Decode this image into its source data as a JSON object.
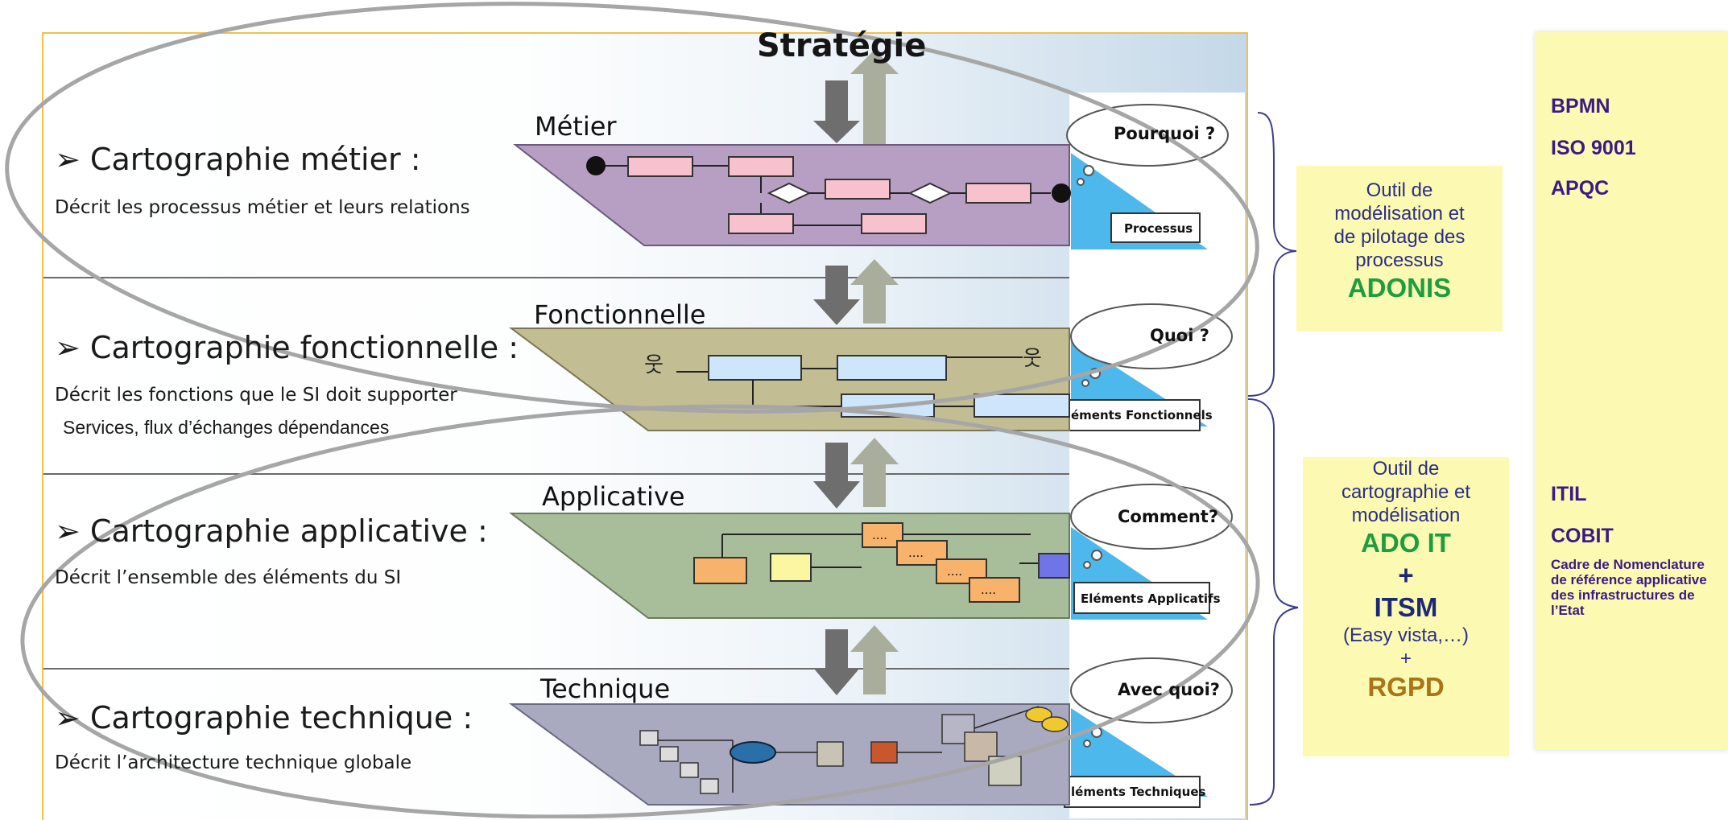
{
  "diagram": {
    "strategy": "Stratégie",
    "rows": [
      {
        "label": "Cartographie métier :",
        "description": "Décrit les processus métier et leurs relations",
        "layer_title": "Métier",
        "question": "Pourquoi ?",
        "elements_box": "Processus",
        "plane_color": "#b79fc4"
      },
      {
        "label": "Cartographie fonctionnelle :",
        "description": "Décrit les fonctions que le SI doit supporter",
        "extra_description": "Services, flux d’échanges dépendances",
        "layer_title": "Fonctionnelle",
        "question": "Quoi ?",
        "elements_box": "éments Fonctionnels",
        "plane_color": "#c2bd93"
      },
      {
        "label": "Cartographie applicative :",
        "description": "Décrit l’ensemble des éléments du SI",
        "layer_title": "Applicative",
        "question": "Comment?",
        "elements_box": "Eléments Applicatifs",
        "plane_color": "#a8bd9a"
      },
      {
        "label": "Cartographie technique :",
        "description": "Décrit l’architecture technique globale",
        "layer_title": "Technique",
        "question": "Avec quoi?",
        "elements_box": "léments Techniques",
        "plane_color": "#a9aabf"
      }
    ],
    "block_placeholder": "...."
  },
  "tools": {
    "adonis_box": {
      "lines": [
        "Outil de",
        "modélisation et",
        "de pilotage des",
        "processus"
      ],
      "name": "ADONIS"
    },
    "adoit_box": {
      "lines": [
        "Outil de",
        "cartographie et",
        "modélisation"
      ],
      "name": "ADO IT",
      "plus": "+",
      "itsm": "ITSM",
      "itsm_examples": "(Easy vista,…)",
      "plus2": "+",
      "rgpd": "RGPD"
    }
  },
  "standards": {
    "top": [
      "BPMN",
      "ISO 9001",
      "APQC"
    ],
    "bottom": [
      "ITIL",
      "COBIT"
    ],
    "note": "Cadre de Nomenclature de référence applicative des infrastructures de l’Etat"
  },
  "colors": {
    "panel_border": "#f2bf4a",
    "yellow_box": "#fcf9b2",
    "tool_green": "#1c9e3f",
    "tool_navy": "#1d2878",
    "tool_gold": "#a87518",
    "standards_text": "#3a1a86",
    "bracket": "#3c3c8c",
    "pink_box": "#f7c2cd",
    "blue_box": "#cde6fb",
    "orange_box": "#f7b26b",
    "yellow_block": "#fbf6a0",
    "triangle": "#4cb8ec"
  }
}
